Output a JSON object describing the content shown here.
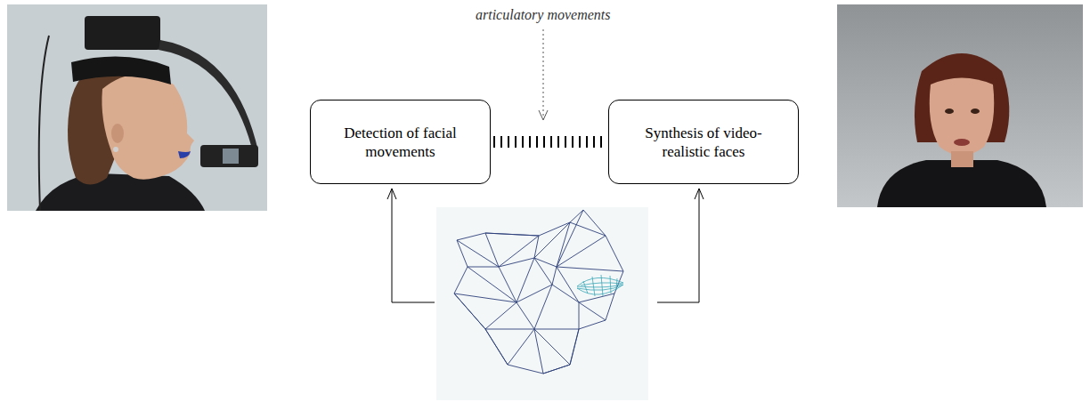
{
  "diagram": {
    "nodes": [
      {
        "text": [
          "Detection of facial movements"
        ]
      },
      {
        "text": [
          "Synthesis of video-realistic faces"
        ]
      }
    ],
    "edges": [
      {
        "from": 0,
        "to": 1,
        "arrow": "none"
      }
    ],
    "labels": [
      "articulatory movements"
    ]
  }
}
